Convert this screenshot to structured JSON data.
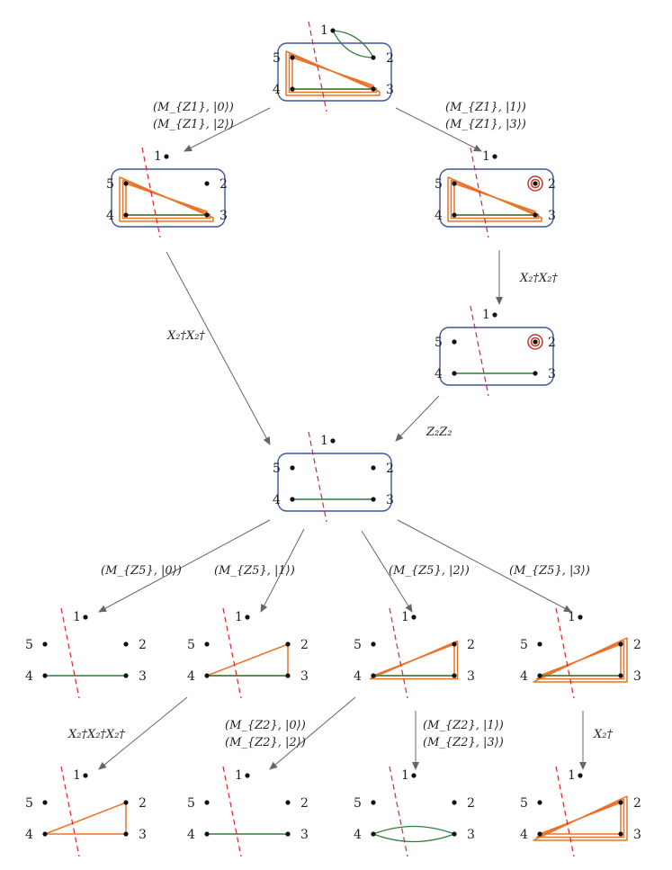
{
  "colors": {
    "box": "#3b55a6",
    "braid_orange": "#e8742a",
    "braid_dark": "#c0392b",
    "edge_green": "#2f7d3a",
    "cut_red": "#e0242c",
    "arrow": "#666666",
    "dot": "#111111"
  },
  "node_labels": [
    "1",
    "2",
    "3",
    "4",
    "5"
  ],
  "edge_labels": {
    "top_left": [
      "(M_{Z1}, |0⟩)",
      "(M_{Z1}, |2⟩)"
    ],
    "top_right": [
      "(M_{Z1}, |1⟩)",
      "(M_{Z1}, |3⟩)"
    ],
    "left_long": "X₂†X₂†",
    "right_short": "X₂†X₂†",
    "right_to_center": "Z₂Z₂",
    "center_0": "(M_{Z5}, |0⟩)",
    "center_1": "(M_{Z5}, |1⟩)",
    "center_2": "(M_{Z5}, |2⟩)",
    "center_3": "(M_{Z5}, |3⟩)",
    "bottom_a": "X₂†X₂†X₂†",
    "bottom_b": [
      "(M_{Z2}, |0⟩)",
      "(M_{Z2}, |2⟩)"
    ],
    "bottom_c": [
      "(M_{Z2}, |1⟩)",
      "(M_{Z2}, |3⟩)"
    ],
    "bottom_d": "X₂†"
  }
}
